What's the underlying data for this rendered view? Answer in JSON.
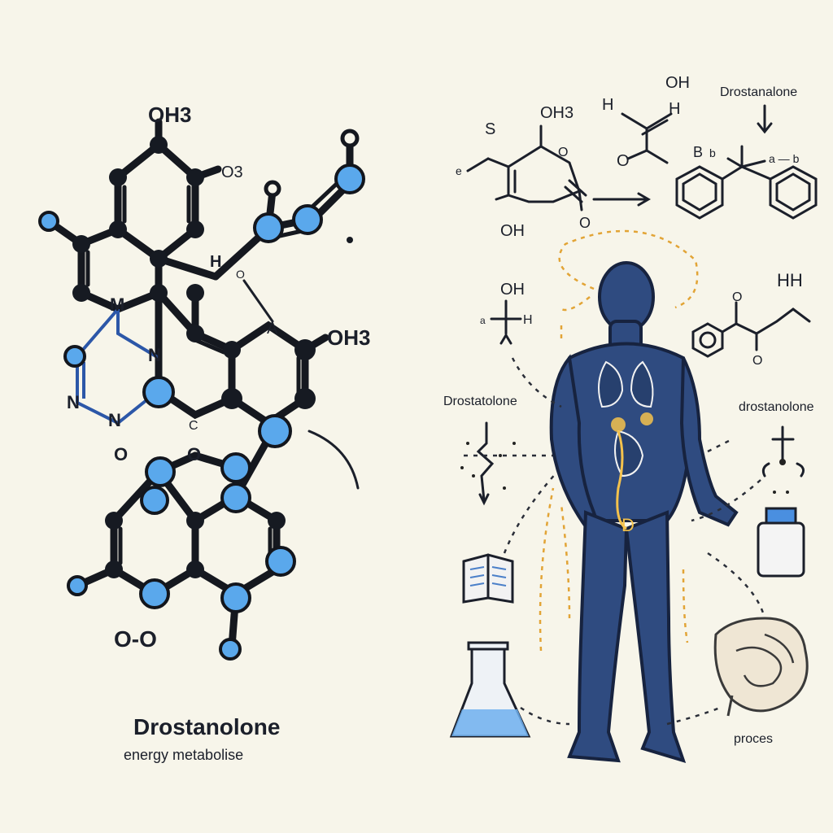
{
  "left_panel": {
    "title": "Drostanolone",
    "subtitle": "energy metabolise",
    "atom_labels": {
      "top": "OH3",
      "o3": "O3",
      "h": "H",
      "o_small": "O",
      "a": "A",
      "oh3_right": "OH3",
      "m": "M",
      "n1": "N",
      "n2": "N",
      "n3": "N",
      "c": "C",
      "o_left": "O",
      "o_mid": "O",
      "o_bottom": "O-O"
    }
  },
  "right_panel": {
    "labels": {
      "drostanalone_top": "Drostanalone",
      "drostatolone_left": "Drostatolone",
      "drostanolone_right": "drostanolone",
      "proces": "proces",
      "d_marker": "D"
    },
    "structures": {
      "s1": {
        "s": "S",
        "oh3": "OH3",
        "o": "O",
        "oh": "OH",
        "left": "e",
        "o_bottom": "O"
      },
      "s2": {
        "oh": "OH",
        "h": "H",
        "h2": "H",
        "o": "O"
      },
      "s3": {
        "b": "B",
        "h": "b",
        "bh": "a — b"
      },
      "s4": {
        "oh": "OH",
        "a": "a",
        "h": "H"
      },
      "s5": {
        "hh": "HH",
        "o1": "O",
        "o2": "O"
      }
    }
  },
  "colors": {
    "background": "#f7f5ea",
    "atom_blue": "#5aa8ec",
    "bond_dark": "#15181f",
    "body_blue": "#2f4b80",
    "arrow_gold": "#e2a436"
  },
  "icons": [
    "book-icon",
    "flask-icon",
    "bottle-icon",
    "intestine-icon",
    "human-figure-icon",
    "lungs-icon"
  ]
}
